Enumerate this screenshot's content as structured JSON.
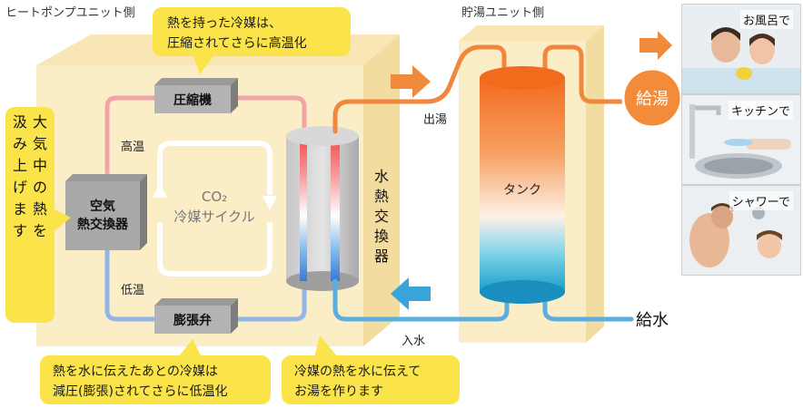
{
  "labels": {
    "heatpump_side": "ヒートポンプユニット側",
    "storage_side": "貯湯ユニット側"
  },
  "callouts": {
    "top_line1": "熱を持った冷媒は、",
    "top_line2": "圧縮されてさらに高温化",
    "left_vertical": [
      "大気中の熱を",
      "汲み上げます"
    ],
    "bottom_left_line1": "熱を水に伝えたあとの冷媒は",
    "bottom_left_line2": "減圧(膨張)されてさらに低温化",
    "bottom_center_line1": "冷媒の熱を水に伝えて",
    "bottom_center_line2": "お湯を作ります"
  },
  "components": {
    "compressor": "圧縮機",
    "expansion_valve": "膨張弁",
    "air_hx_line1": "空気",
    "air_hx_line2": "熱交換器",
    "water_hx_vertical": "水熱交換器",
    "tank": "タンク"
  },
  "cycle": {
    "line1": "CO₂",
    "line2": "冷媒サイクル"
  },
  "flow": {
    "high_temp": "高温",
    "low_temp": "低温",
    "hot_out": "出湯",
    "water_in": "入水",
    "supply_hot": "給湯",
    "supply_water": "給水"
  },
  "photos": [
    {
      "label": "お風呂で"
    },
    {
      "label": "キッチンで"
    },
    {
      "label": "シャワーで"
    }
  ],
  "colors": {
    "callout_yellow": "#fbe34a",
    "box_beige": "#fbecc4",
    "hot_orange": "#f08a3c",
    "hot_pink": "#f4a6a8",
    "cold_blue": "#6aaee0",
    "supply_circle": "#f28c3a",
    "arrow_orange": "#f08a3c",
    "arrow_blue": "#3aa3d9"
  }
}
